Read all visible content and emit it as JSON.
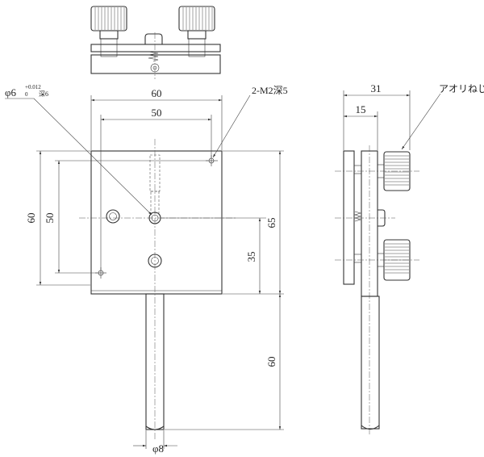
{
  "dimensions": {
    "front_width_outer": "60",
    "front_width_inner": "50",
    "front_height_outer": "60",
    "front_height_inner": "50",
    "overall_height": "65",
    "hole_height": "35",
    "rod_length": "60",
    "rod_diameter": "φ8",
    "side_depth_total": "31",
    "side_depth_plate": "15"
  },
  "callouts": {
    "pin_hole_main": "φ6",
    "pin_hole_tol_upper": "+0.012",
    "pin_hole_tol_lower": "0",
    "pin_hole_depth": "深6",
    "tapped_holes": "2-M2深5",
    "adjust_screw": "アオリねじ"
  }
}
